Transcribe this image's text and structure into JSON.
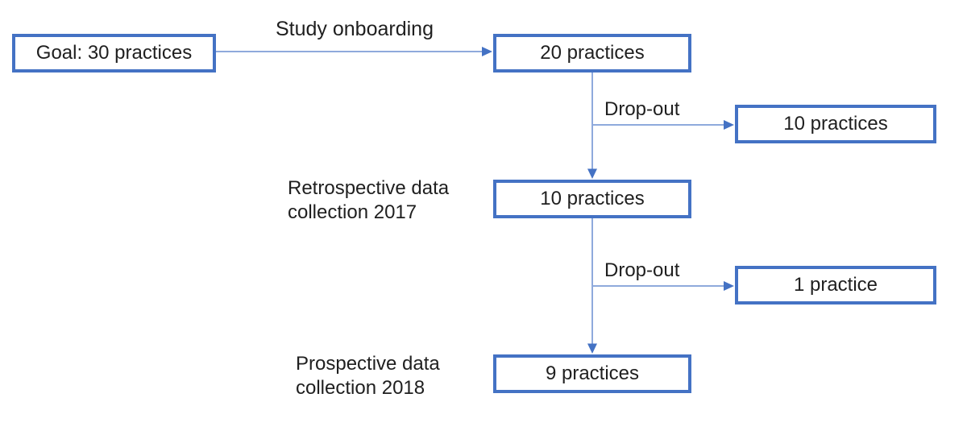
{
  "diagram": {
    "nodes": [
      {
        "name": "goal",
        "label": "Goal: 30 practices"
      },
      {
        "name": "onboarded",
        "label": "20 practices"
      },
      {
        "name": "dropout-after-onboarding",
        "label": "10 practices"
      },
      {
        "name": "retrospective-cohort",
        "label": "10 practices"
      },
      {
        "name": "dropout-after-retrospective",
        "label": "1 practice"
      },
      {
        "name": "prospective-cohort",
        "label": "9 practices"
      }
    ],
    "edge_labels": [
      {
        "name": "study-onboarding",
        "label": "Study onboarding"
      },
      {
        "name": "dropout-1",
        "label": "Drop-out"
      },
      {
        "name": "dropout-2",
        "label": "Drop-out"
      }
    ],
    "side_labels": [
      {
        "name": "retrospective",
        "label": "Retrospective data collection 2017"
      },
      {
        "name": "prospective",
        "label": "Prospective data collection 2018"
      }
    ],
    "colors": {
      "box-border": "#4472C4",
      "connector-line": "#8FAADC",
      "arrowhead": "#4472C4",
      "text": "#1f1f1f",
      "background": "#ffffff"
    }
  }
}
